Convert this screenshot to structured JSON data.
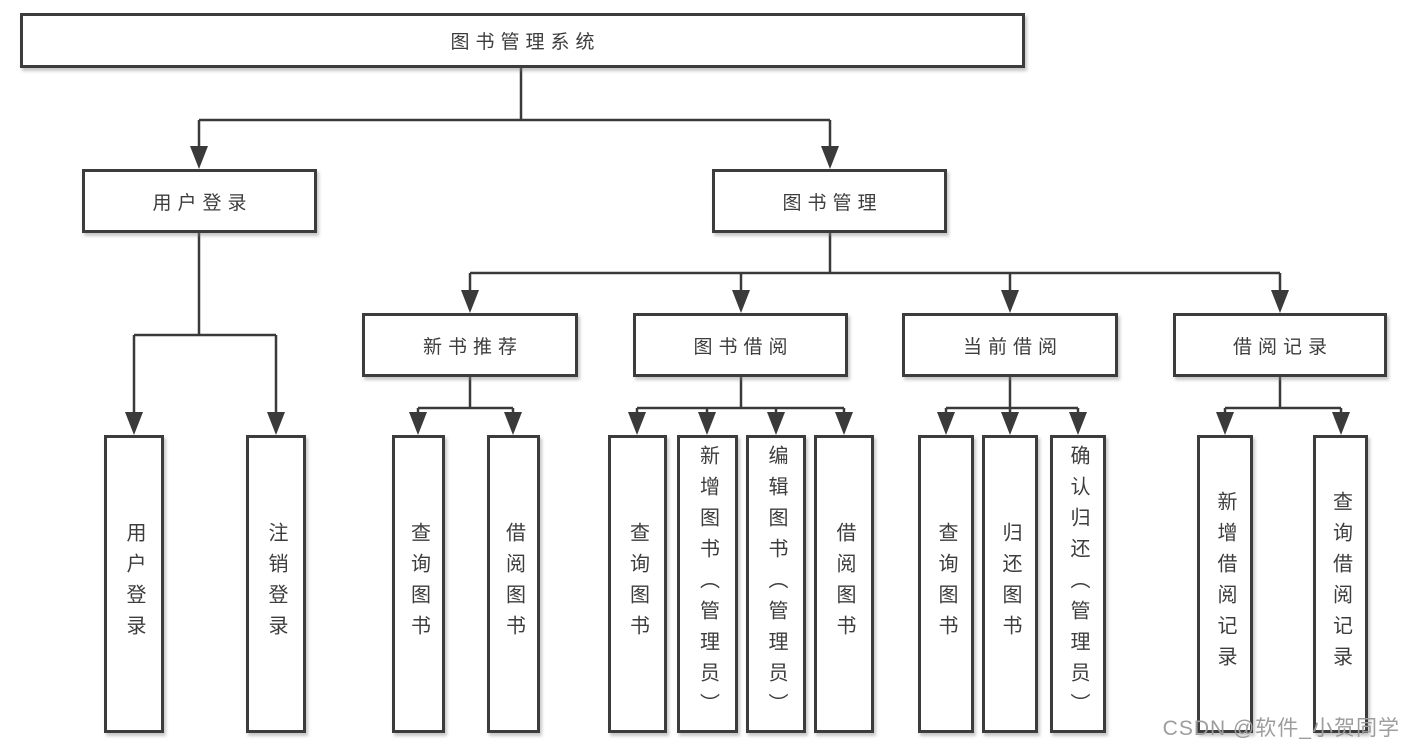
{
  "diagram": {
    "type": "hierarchy-tree",
    "root": {
      "label": "图书管理系统"
    },
    "level2": [
      {
        "label": "用户登录",
        "leaves": [
          "用户登录",
          "注销登录"
        ]
      },
      {
        "label": "图书管理",
        "groups": [
          {
            "label": "新书推荐",
            "leaves": [
              "查询图书",
              "借阅图书"
            ]
          },
          {
            "label": "图书借阅",
            "leaves": [
              "查询图书",
              "新增图书（管理员）",
              "编辑图书（管理员）",
              "借阅图书"
            ]
          },
          {
            "label": "当前借阅",
            "leaves": [
              "查询图书",
              "归还图书",
              "确认归还（管理员）"
            ]
          },
          {
            "label": "借阅记录",
            "leaves": [
              "新增借阅记录",
              "查询借阅记录"
            ]
          }
        ]
      }
    ]
  },
  "watermark": {
    "text": "CSDN @软件_小贺同学"
  },
  "colors": {
    "line": "#3a3a3a",
    "box_border": "#3c3c3c",
    "text": "#3d3d3d",
    "watermark": "#9d9d9d",
    "background": "#ffffff"
  }
}
